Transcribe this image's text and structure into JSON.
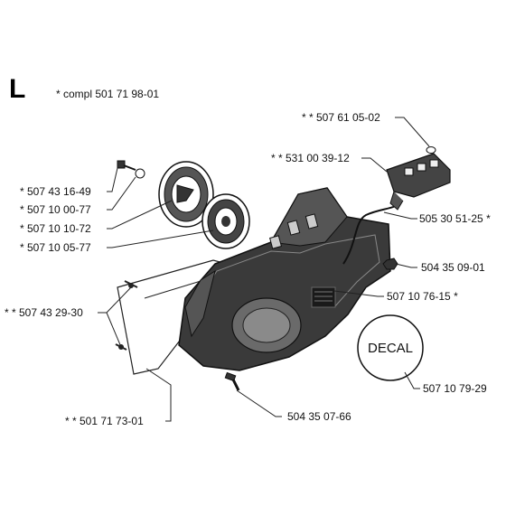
{
  "section_letter": "L",
  "assembly_note": "* compl 501 71 98-01",
  "decal_text": "DECAL",
  "callouts": [
    {
      "id": "c1",
      "text": "* *  507 61 05-02"
    },
    {
      "id": "c2",
      "text": "* *  531 00 39-12"
    },
    {
      "id": "c3",
      "text": "505 30 51-25  *"
    },
    {
      "id": "c4",
      "text": "*  507 43 16-49"
    },
    {
      "id": "c5",
      "text": "*  507 10 00-77"
    },
    {
      "id": "c6",
      "text": "*  507 10 10-72"
    },
    {
      "id": "c7",
      "text": "*  507 10 05-77"
    },
    {
      "id": "c8",
      "text": "504 35 09-01"
    },
    {
      "id": "c9",
      "text": "* *  507 43 29-30"
    },
    {
      "id": "c10",
      "text": "507 10 76-15  *"
    },
    {
      "id": "c11",
      "text": "507 10 79-29"
    },
    {
      "id": "c12",
      "text": "504 35 07-66"
    },
    {
      "id": "c13",
      "text": "* *  501 71 73-01"
    }
  ]
}
